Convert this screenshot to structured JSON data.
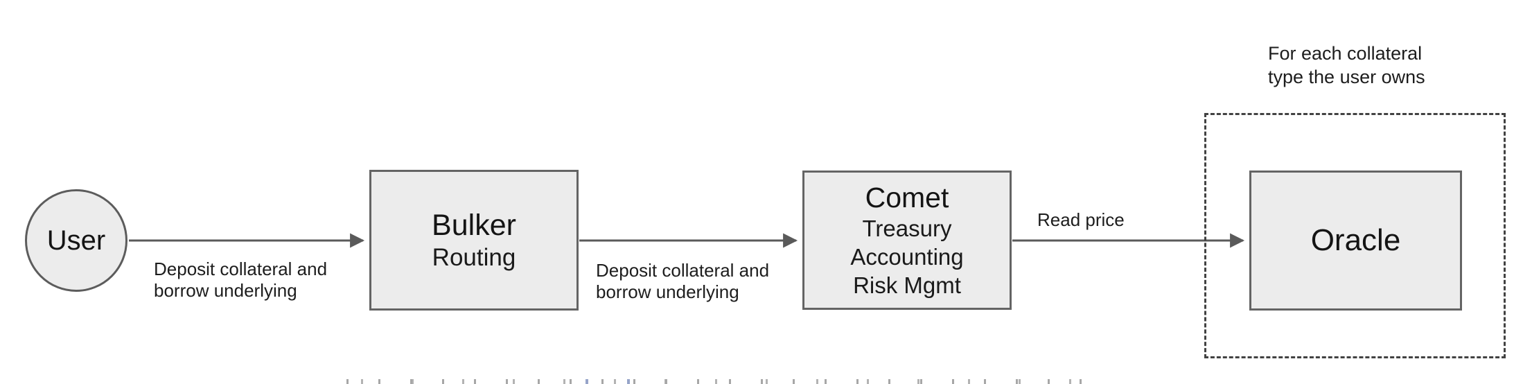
{
  "diagram": {
    "nodes": {
      "user": {
        "label": "User"
      },
      "bulker": {
        "title": "Bulker",
        "subtitle": "Routing"
      },
      "comet": {
        "title": "Comet",
        "lines": [
          "Treasury",
          "Accounting",
          "Risk Mgmt"
        ]
      },
      "oracle": {
        "label": "Oracle"
      }
    },
    "edges": {
      "user_to_bulker": {
        "line1": "Deposit collateral and",
        "line2": "borrow underlying"
      },
      "bulker_to_comet": {
        "line1": "Deposit collateral and",
        "line2": "borrow underlying"
      },
      "comet_to_oracle": {
        "label": "Read price"
      }
    },
    "group": {
      "caption_line1": "For each collateral",
      "caption_line2": "type the user owns"
    },
    "colors": {
      "background": "#ffffff",
      "node_fill": "#ececec",
      "node_border": "#646464",
      "arrow": "#5a5a5a",
      "dashed_border": "#424242",
      "text": "#161616"
    }
  }
}
